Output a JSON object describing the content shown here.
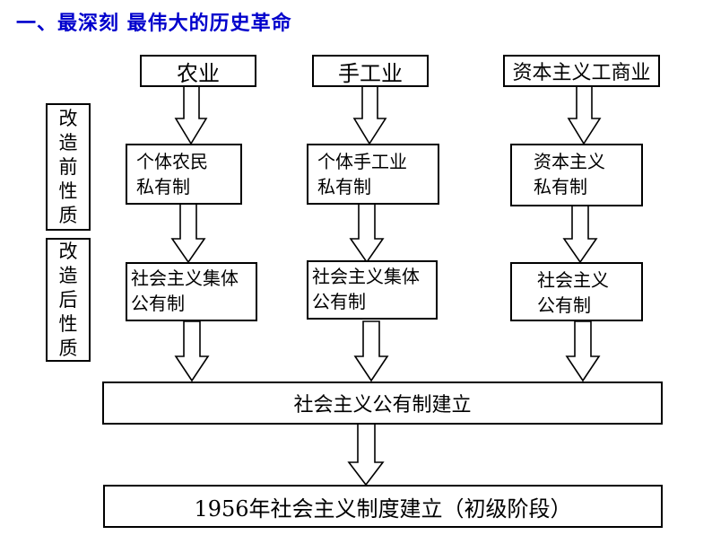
{
  "title": "一、最深刻 最伟大的历史革命",
  "side_labels": {
    "before": [
      "改",
      "造",
      "前",
      "性",
      "质"
    ],
    "after": [
      "改",
      "造",
      "后",
      "性",
      "质"
    ]
  },
  "columns": [
    {
      "sector": "农业",
      "before": [
        "个体农民",
        "私有制"
      ],
      "after": [
        "社会主义集体",
        "公有制"
      ]
    },
    {
      "sector": "手工业",
      "before": [
        "个体手工业",
        "私有制"
      ],
      "after": [
        "社会主义集体",
        "公有制"
      ]
    },
    {
      "sector": "资本主义工商业",
      "before": [
        "资本主义",
        "私有制"
      ],
      "after": [
        "社会主义",
        "公有制"
      ]
    }
  ],
  "merge_box": "社会主义公有制建立",
  "final_box": "1956年社会主义制度建立（初级阶段）"
}
